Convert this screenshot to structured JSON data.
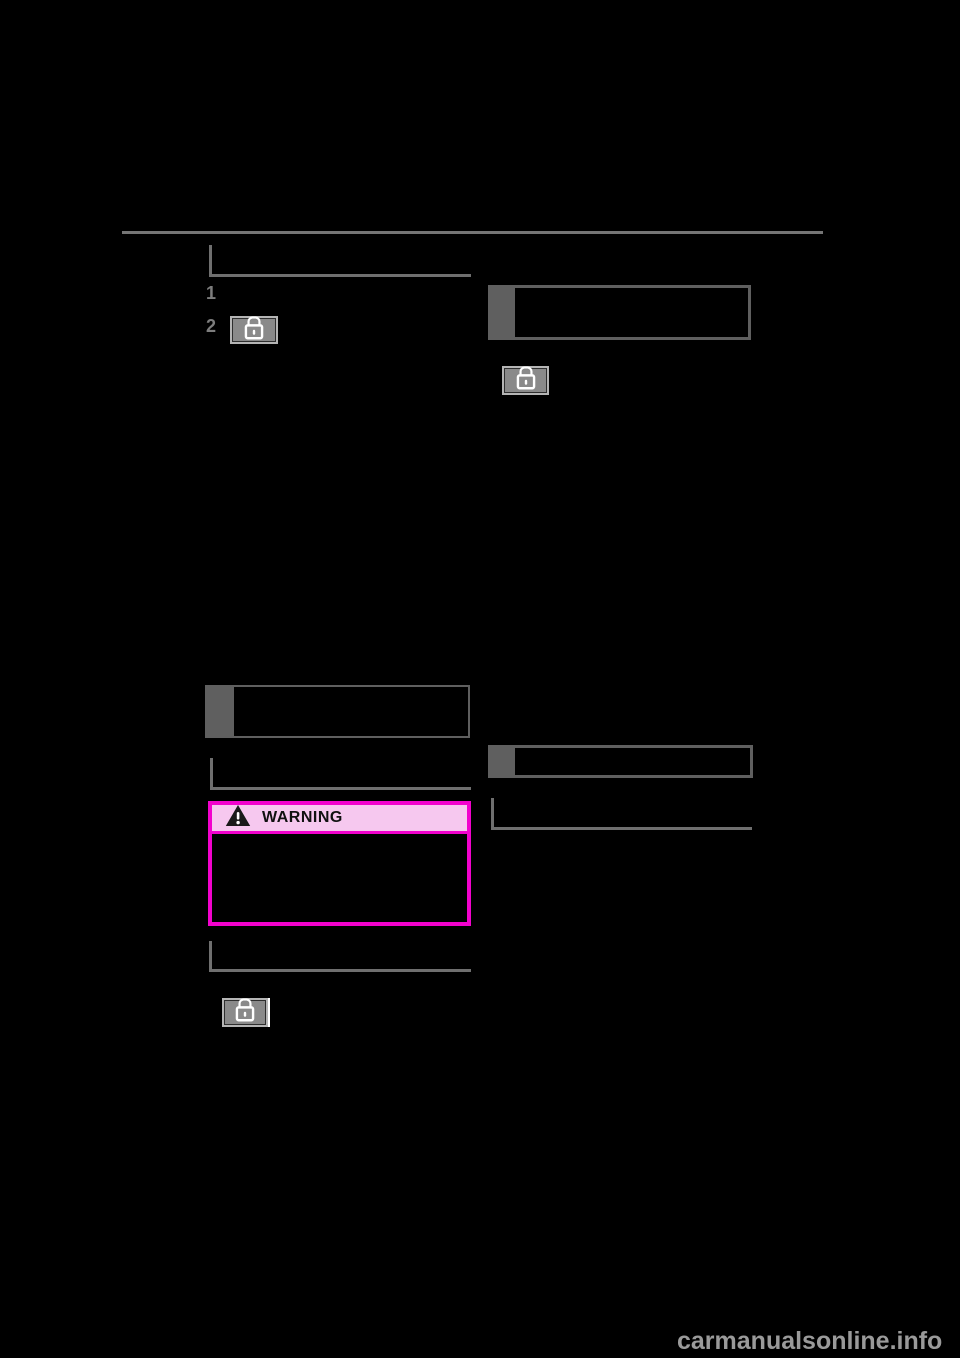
{
  "page": {
    "type": "owner-manual-scan",
    "background_color": "#000000"
  },
  "left_column": {
    "step_numbers": [
      "1",
      "2"
    ],
    "warning": {
      "title": "WARNING"
    }
  },
  "icons": {
    "lock_button": "closed-padlock-button",
    "warning_triangle": "exclamation-triangle"
  },
  "colors": {
    "page_rule": "#757575",
    "heading_rule": "#6f6f6f",
    "heading_box_gray": "#5f5f5f",
    "lock_button_fill": "#8a8a8a",
    "lock_button_border": "#b5b5b5",
    "step_number_gray": "#7d7d7d",
    "warning_border_magenta": "#f202cd",
    "warning_header_pink": "#f6c8ef",
    "watermark_gray": "#9a9a9a"
  },
  "watermark": {
    "text": "carmanualsonline.info"
  }
}
